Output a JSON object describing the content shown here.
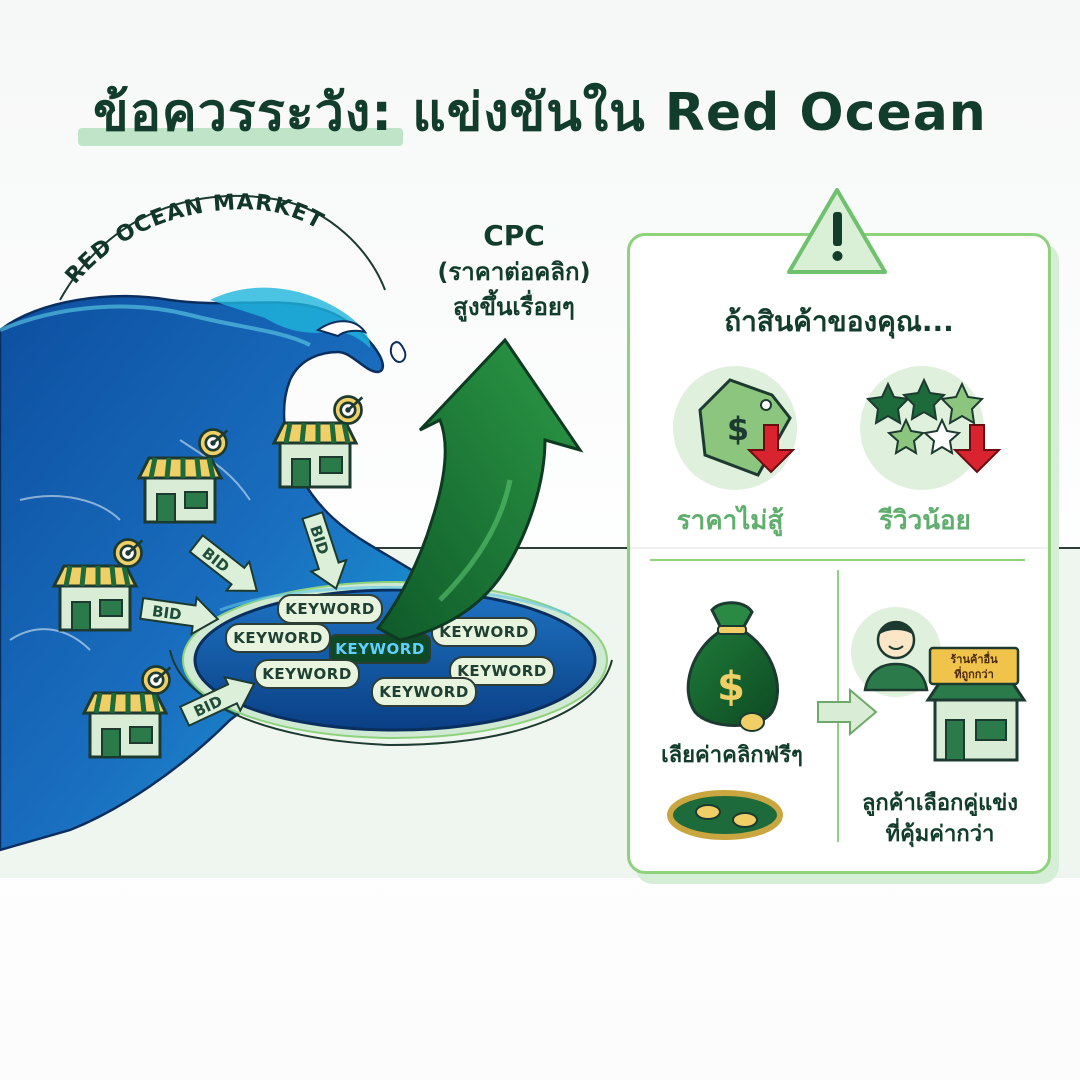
{
  "title": "ข้อควรระวัง: แข่งขันใน Red Ocean",
  "wave": {
    "label": "RED OCEAN MARKET"
  },
  "bid_label": "BID",
  "keywords": [
    "KEYWORD",
    "KEYWORD",
    "KEYWORD",
    "KEYWORD",
    "KEYWORD",
    "KEYWORD",
    "KEYWORD"
  ],
  "cpc": {
    "title": "CPC",
    "line1": "(ราคาต่อคลิก)",
    "line2": "สูงขึ้นเรื่อยๆ"
  },
  "panel": {
    "heading": "ถ้าสินค้าของคุณ...",
    "price_label": "ราคาไม่สู้",
    "review_label": "รีวิวน้อย",
    "fee_label": "เลียค่าคลิกฟรีๆ",
    "lose_line1": "ลูกค้าเลือกคู่แข่ง",
    "lose_line2": "ที่คุ้มค่ากว่า",
    "sign_line1": "ร้านค้าอื่น",
    "sign_line2": "ที่ถูกกว่า"
  },
  "colors": {
    "ocean": "#1a5fb0",
    "green": "#1f7a3a",
    "accent": "#8fd27e",
    "red": "#d9232e"
  },
  "icons": [
    "warning-icon",
    "price-tag-icon",
    "down-arrow-icon",
    "stars-icon",
    "money-bag-icon",
    "coin-icon",
    "right-arrow-icon",
    "customer-avatar-icon",
    "shop-icon",
    "target-icon"
  ]
}
